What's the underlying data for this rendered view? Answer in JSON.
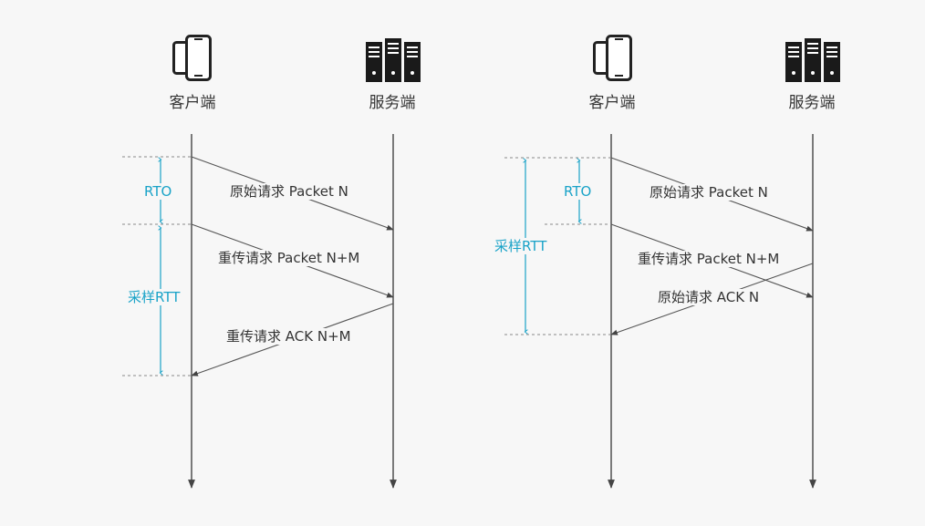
{
  "diagrams": [
    {
      "client_label": "客户端",
      "server_label": "服务端",
      "client_icon": "phone-icon",
      "server_icon": "server-icon",
      "messages": [
        {
          "text": "原始请求 Packet N"
        },
        {
          "text": "重传请求 Packet N+M"
        },
        {
          "text": "重传请求 ACK N+M"
        }
      ],
      "rto_label": "RTO",
      "rtt_label": "采样RTT"
    },
    {
      "client_label": "客户端",
      "server_label": "服务端",
      "client_icon": "phone-icon",
      "server_icon": "server-icon",
      "messages": [
        {
          "text": "原始请求 Packet N"
        },
        {
          "text": "重传请求 Packet N+M"
        },
        {
          "text": "原始请求 ACK N"
        }
      ],
      "rto_label": "RTO",
      "rtt_label": "采样RTT"
    }
  ],
  "colors": {
    "line": "#444444",
    "arrow": "#555555",
    "accent": "#1aa3c8",
    "dashed": "#888888"
  }
}
